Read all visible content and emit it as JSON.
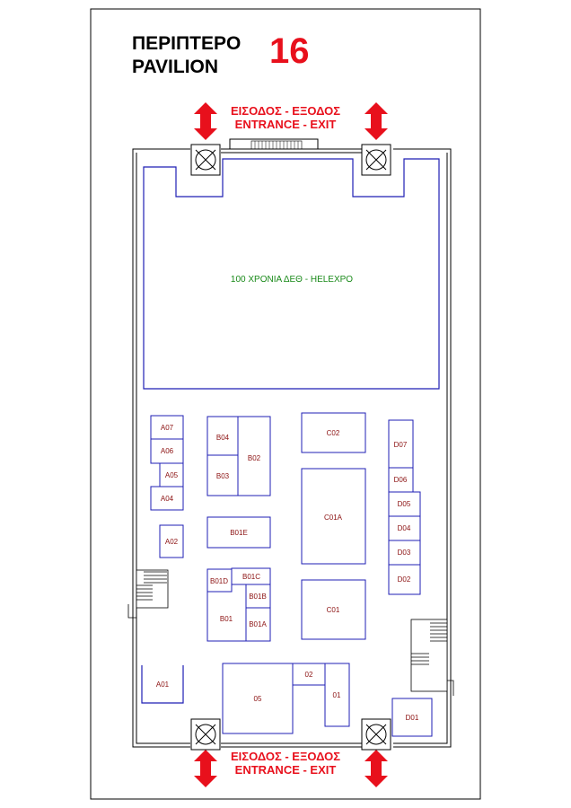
{
  "header": {
    "title_gr": "ΠΕΡΙΠΤΕΡΟ",
    "title_en": "PAVILION",
    "number": "16"
  },
  "entrance_top": {
    "line_gr": "ΕΙΣΟΔΟΣ - ΕΞΟΔΟΣ",
    "line_en": "ENTRANCE - EXIT"
  },
  "entrance_bottom": {
    "line_gr": "ΕΙΣΟΔΟΣ - ΕΞΟΔΟΣ",
    "line_en": "ENTRANCE - EXIT"
  },
  "hall": {
    "label": "100 ΧΡΟΝΙΑ ΔΕΘ - HELEXPO"
  },
  "booths": [
    {
      "id": "A07",
      "label": "A07"
    },
    {
      "id": "A06",
      "label": "A06"
    },
    {
      "id": "A05",
      "label": "A05"
    },
    {
      "id": "A04",
      "label": "A04"
    },
    {
      "id": "A02",
      "label": "A02"
    },
    {
      "id": "A01",
      "label": "A01"
    },
    {
      "id": "B04",
      "label": "B04"
    },
    {
      "id": "B03",
      "label": "B03"
    },
    {
      "id": "B02",
      "label": "B02"
    },
    {
      "id": "B01E",
      "label": "B01E"
    },
    {
      "id": "B01D",
      "label": "B01D"
    },
    {
      "id": "B01C",
      "label": "B01C"
    },
    {
      "id": "B01B",
      "label": "B01B"
    },
    {
      "id": "B01A",
      "label": "B01A"
    },
    {
      "id": "B01",
      "label": "B01"
    },
    {
      "id": "C02",
      "label": "C02"
    },
    {
      "id": "C01A",
      "label": "C01A"
    },
    {
      "id": "C01",
      "label": "C01"
    },
    {
      "id": "D07",
      "label": "D07"
    },
    {
      "id": "D06",
      "label": "D06"
    },
    {
      "id": "D05",
      "label": "D05"
    },
    {
      "id": "D04",
      "label": "D04"
    },
    {
      "id": "D03",
      "label": "D03"
    },
    {
      "id": "D02",
      "label": "D02"
    },
    {
      "id": "D01",
      "label": "D01"
    },
    {
      "id": "05",
      "label": "05"
    },
    {
      "id": "02",
      "label": "02"
    },
    {
      "id": "01",
      "label": "01"
    }
  ],
  "colors": {
    "accent_red": "#e8101c",
    "booth_blue": "#1f1fb4",
    "booth_label": "#8b1010",
    "hall_label_green": "#1a8a1a"
  }
}
